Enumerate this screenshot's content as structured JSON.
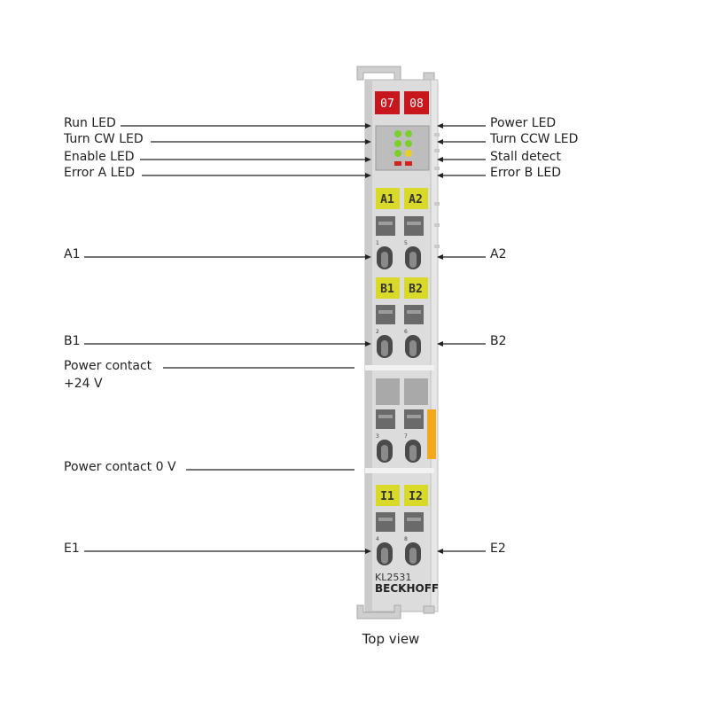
{
  "left_labels": {
    "run_led": "Run LED",
    "turn_cw_led": "Turn CW LED",
    "enable_led": "Enable LED",
    "error_a_led": "Error A LED",
    "a1": "A1",
    "b1": "B1",
    "power_contact_24v_line1": "Power contact",
    "power_contact_24v_line2": "+24 V",
    "power_contact_0v": "Power contact 0 V",
    "e1": "E1"
  },
  "right_labels": {
    "power_led": "Power LED",
    "turn_ccw_led": "Turn CCW LED",
    "stall_detect": "Stall detect",
    "error_b_led": "Error B LED",
    "a2": "A2",
    "b2": "B2",
    "e2": "E2"
  },
  "terminal": {
    "red_tags": [
      "07",
      "08"
    ],
    "tag_a": [
      "A1",
      "A2"
    ],
    "tag_b": [
      "B1",
      "B2"
    ],
    "tag_i": [
      "I1",
      "I2"
    ],
    "contact_numbers": [
      "1",
      "5",
      "2",
      "6",
      "3",
      "7",
      "4",
      "8"
    ],
    "model": "KL2531",
    "brand": "BECKHOFF"
  },
  "caption": "Top view",
  "colors": {
    "body": "#dcdcdc",
    "tag_red": "#c8161d",
    "tag_yellow": "#d9d92a",
    "led_green": "#7ccf2b",
    "led_yellow": "#e8d020",
    "led_red": "#d62020",
    "orange_strip": "#f3a81d"
  }
}
